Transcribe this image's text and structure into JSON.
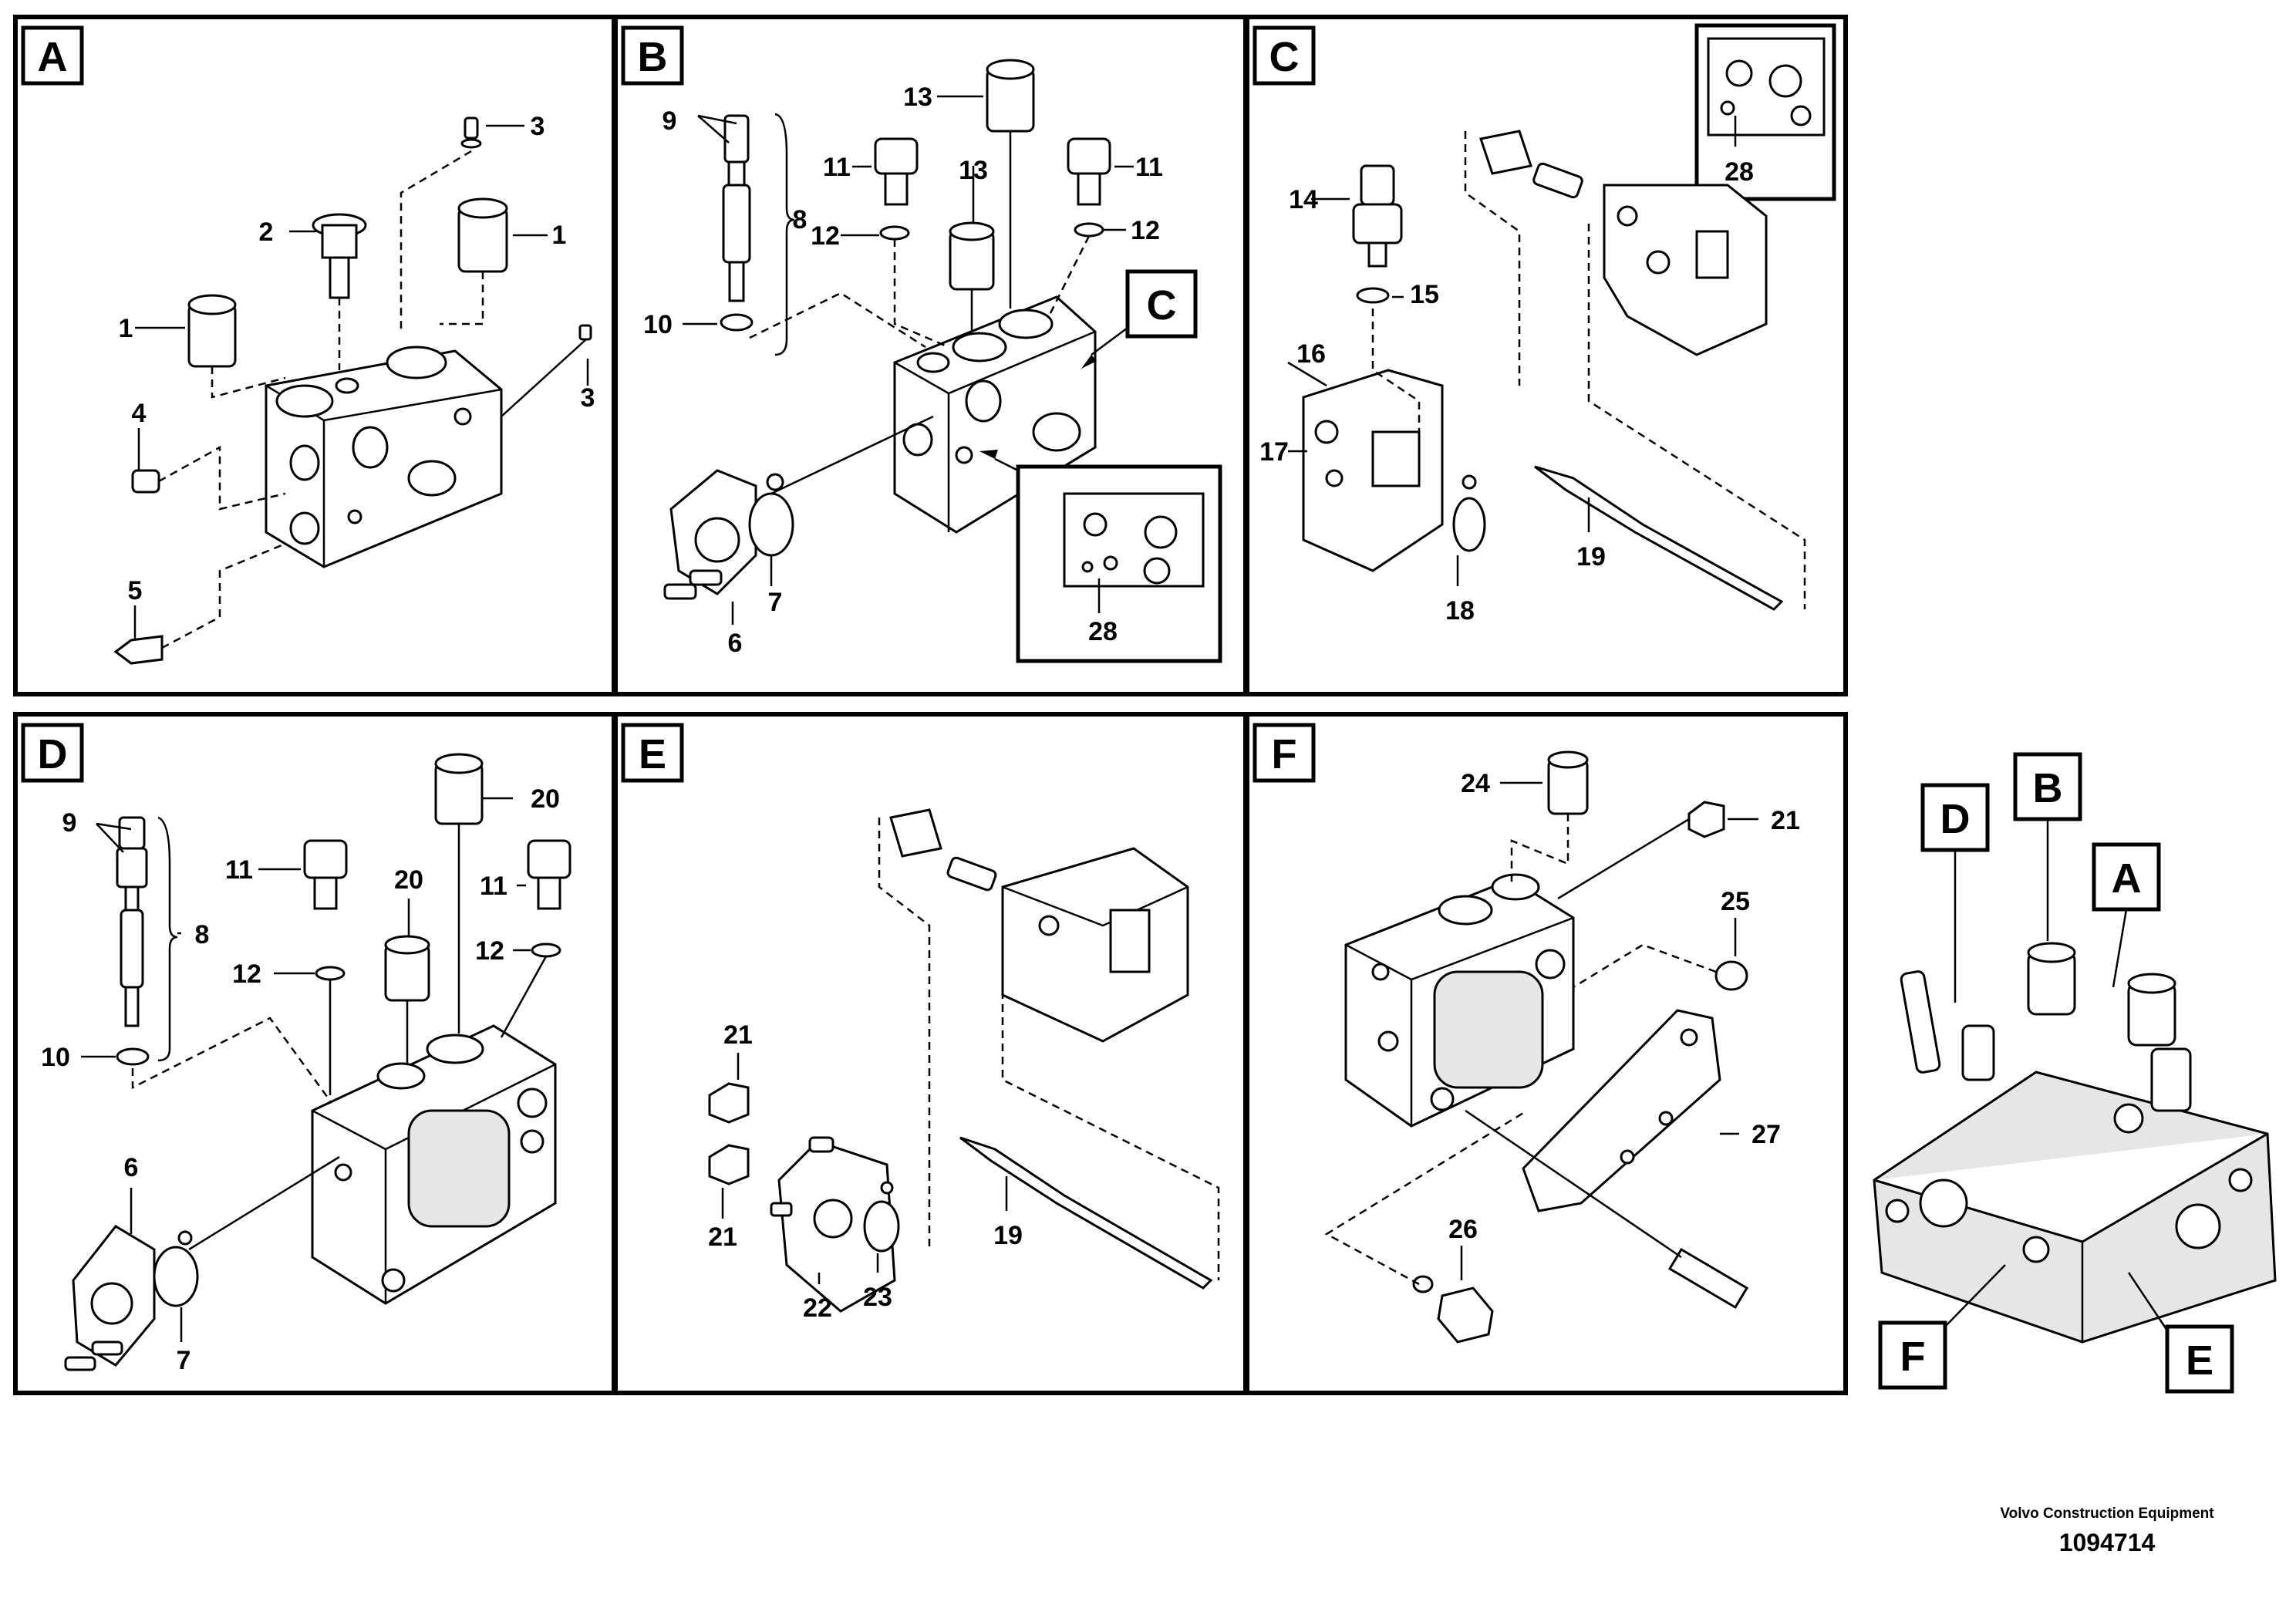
{
  "panels": [
    {
      "letter": "A",
      "labels": [
        "3",
        "2",
        "1",
        "1",
        "4",
        "3",
        "5"
      ]
    },
    {
      "letter": "B",
      "labels": [
        "9",
        "13",
        "11",
        "13",
        "11",
        "8",
        "12",
        "12",
        "10",
        "C",
        "7",
        "6",
        "28"
      ]
    },
    {
      "letter": "C",
      "labels": [
        "28",
        "14",
        "15",
        "16",
        "17",
        "19",
        "18"
      ]
    },
    {
      "letter": "D",
      "labels": [
        "9",
        "20",
        "11",
        "20",
        "11",
        "8",
        "12",
        "12",
        "10",
        "6",
        "7"
      ]
    },
    {
      "letter": "E",
      "labels": [
        "21",
        "21",
        "19",
        "22",
        "23"
      ]
    },
    {
      "letter": "F",
      "labels": [
        "24",
        "21",
        "25",
        "27",
        "26"
      ]
    }
  ],
  "overview": {
    "letters": [
      "D",
      "B",
      "A",
      "F",
      "E"
    ]
  },
  "footer": {
    "company": "Volvo Construction Equipment",
    "drawing_id": "1094714"
  }
}
